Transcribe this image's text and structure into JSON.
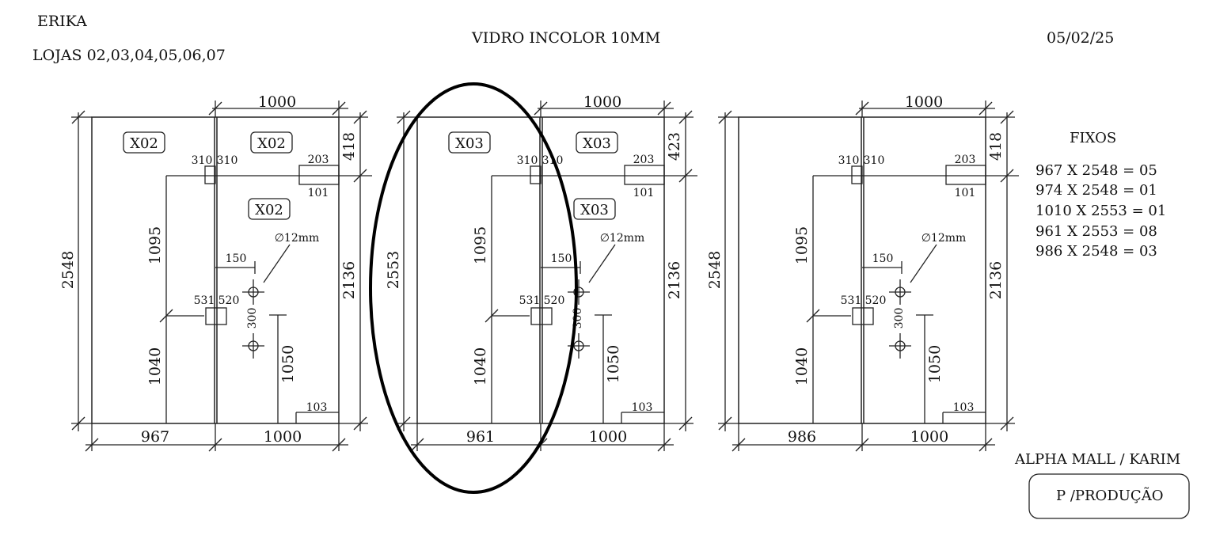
{
  "header": {
    "client": "ERIKA",
    "stores": "LOJAS  02,03,04,05,06,07",
    "material": "VIDRO INCOLOR 10MM",
    "date": "05/02/25"
  },
  "panels": [
    {
      "id": "panel-1",
      "top_width": "1000",
      "height": "2548",
      "right_height": "2136",
      "top_offset": "418",
      "tags": [
        "X02",
        "X02",
        "X02"
      ],
      "hinge_left": "310",
      "hinge_right": "310",
      "notch_top": "203",
      "notch_bottom": "101",
      "upper_height": "1095",
      "lower_height": "1040",
      "handle_label": "150",
      "hole_label": "∅12mm",
      "lock_left": "531",
      "lock_right": "520",
      "hole_spacing": "300",
      "door_height": "1050",
      "corner_notch": "103",
      "bottom_left": "967",
      "bottom_right": "1000"
    },
    {
      "id": "panel-2",
      "top_width": "1000",
      "height": "2553",
      "right_height": "2136",
      "top_offset": "423",
      "tags": [
        "X03",
        "X03",
        "X03"
      ],
      "hinge_left": "310",
      "hinge_right": "310",
      "notch_top": "203",
      "notch_bottom": "101",
      "upper_height": "1095",
      "lower_height": "1040",
      "handle_label": "150",
      "hole_label": "∅12mm",
      "lock_left": "531",
      "lock_right": "520",
      "hole_spacing": "300",
      "door_height": "1050",
      "corner_notch": "103",
      "bottom_left": "961",
      "bottom_right": "1000"
    },
    {
      "id": "panel-3",
      "top_width": "1000",
      "height": "2548",
      "right_height": "2136",
      "top_offset": "418",
      "tags": [],
      "hinge_left": "310",
      "hinge_right": "310",
      "notch_top": "203",
      "notch_bottom": "101",
      "upper_height": "1095",
      "lower_height": "1040",
      "handle_label": "150",
      "hole_label": "∅12mm",
      "lock_left": "531",
      "lock_right": "520",
      "hole_spacing": "300",
      "door_height": "1050",
      "corner_notch": "103",
      "bottom_left": "986",
      "bottom_right": "1000"
    }
  ],
  "fixos": {
    "title": "FIXOS",
    "items": [
      "967 X 2548 = 05",
      "974 X 2548 = 01",
      "1010 X 2553 = 01",
      "961 X 2553 = 08",
      "986 X 2548 = 03"
    ]
  },
  "footer": {
    "project": "ALPHA MALL / KARIM",
    "stamp": "P /PRODUÇÃO"
  }
}
